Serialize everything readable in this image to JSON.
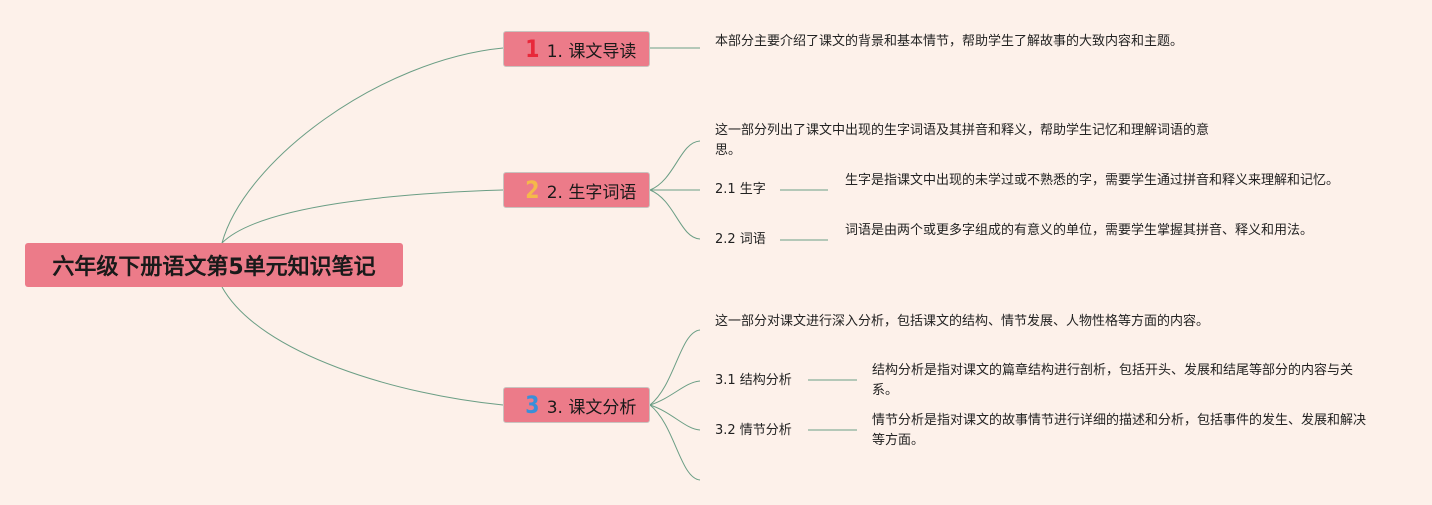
{
  "root": {
    "title": "六年级下册语文第5单元知识笔记"
  },
  "branches": [
    {
      "badge": "1",
      "badge_color": "#e8283a",
      "label": "1. 课文导读",
      "note": "本部分主要介绍了课文的背景和基本情节，帮助学生了解故事的大致内容和主题。",
      "children": []
    },
    {
      "badge": "2",
      "badge_color": "#f5b94a",
      "label": "2. 生字词语",
      "note": "这一部分列出了课文中出现的生字词语及其拼音和释义，帮助学生记忆和理解词语的意思。",
      "children": [
        {
          "label": "2.1 生字",
          "note": "生字是指课文中出现的未学过或不熟悉的字，需要学生通过拼音和释义来理解和记忆。"
        },
        {
          "label": "2.2 词语",
          "note": "词语是由两个或更多字组成的有意义的单位，需要学生掌握其拼音、释义和用法。"
        }
      ]
    },
    {
      "badge": "3",
      "badge_color": "#3a8fd9",
      "label": "3. 课文分析",
      "note": "这一部分对课文进行深入分析，包括课文的结构、情节发展、人物性格等方面的内容。",
      "children": [
        {
          "label": "3.1 结构分析",
          "note": "结构分析是指对课文的篇章结构进行剖析，包括开头、发展和结尾等部分的内容与关系。"
        },
        {
          "label": "3.2 情节分析",
          "note": "情节分析是指对课文的故事情节进行详细的描述和分析，包括事件的发生、发展和解决等方面。"
        }
      ]
    }
  ],
  "colors": {
    "background": "#fdf1ea",
    "node_fill": "#ec7b89",
    "connector": "#6b9e85"
  }
}
